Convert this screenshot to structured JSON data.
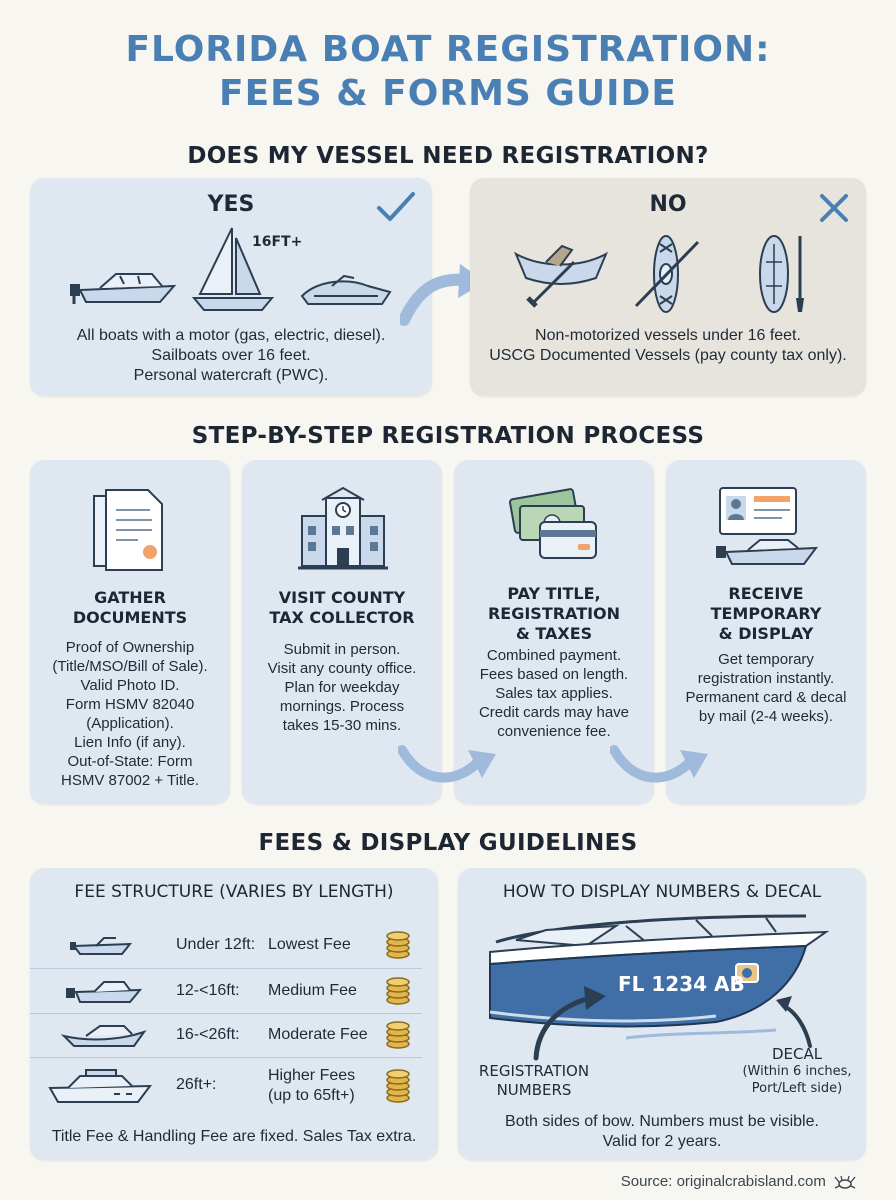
{
  "title": {
    "line1": "FLORIDA BOAT REGISTRATION:",
    "line2": "FEES & FORMS GUIDE"
  },
  "need": {
    "heading": "DOES MY VESSEL NEED REGISTRATION?",
    "yes": {
      "label": "YES",
      "length_tag": "16FT+",
      "lines": [
        "All boats with a motor (gas, electric, diesel).",
        "Sailboats over 16 feet.",
        "Personal watercraft (PWC)."
      ]
    },
    "no": {
      "label": "NO",
      "lines": [
        "Non-motorized vessels under 16 feet.",
        "USCG Documented Vessels (pay county tax only)."
      ]
    }
  },
  "process": {
    "heading": "STEP-BY-STEP REGISTRATION PROCESS",
    "steps": [
      {
        "title": [
          "GATHER",
          "DOCUMENTS"
        ],
        "lines": [
          "Proof of Ownership",
          "(Title/MSO/Bill of Sale).",
          "Valid Photo ID.",
          "Form HSMV 82040",
          "(Application).",
          "Lien Info (if any).",
          "Out-of-State: Form",
          "HSMV 87002 + Title."
        ]
      },
      {
        "title": [
          "VISIT COUNTY",
          "TAX COLLECTOR"
        ],
        "lines": [
          "Submit in person.",
          "Visit any county office.",
          "Plan for weekday",
          "mornings. Process",
          "takes 15-30 mins."
        ]
      },
      {
        "title": [
          "PAY TITLE,",
          "REGISTRATION",
          "& TAXES"
        ],
        "lines": [
          "Combined payment.",
          "Fees based on length.",
          "Sales tax applies.",
          "Credit cards may have",
          "convenience fee."
        ]
      },
      {
        "title": [
          "RECEIVE",
          "TEMPORARY",
          "& DISPLAY"
        ],
        "lines": [
          "Get temporary",
          "registration instantly.",
          "Permanent card & decal",
          "by mail (2-4 weeks)."
        ]
      }
    ]
  },
  "fees": {
    "heading": "FEES & DISPLAY GUIDELINES",
    "structure": {
      "title": "FEE STRUCTURE (VARIES BY LENGTH)",
      "rows": [
        {
          "length": "Under 12ft:",
          "level": [
            "Lowest Fee"
          ]
        },
        {
          "length": "12-<16ft:",
          "level": [
            "Medium Fee"
          ]
        },
        {
          "length": "16-<26ft:",
          "level": [
            "Moderate Fee"
          ]
        },
        {
          "length": "26ft+:",
          "level": [
            "Higher Fees",
            "(up to 65ft+)"
          ]
        }
      ],
      "footnote": "Title Fee & Handling Fee are fixed. Sales Tax extra."
    },
    "display": {
      "title": "HOW TO DISPLAY NUMBERS & DECAL",
      "boat_number": "FL 1234 AB",
      "numbers_label": [
        "REGISTRATION",
        "NUMBERS"
      ],
      "decal_label": [
        "DECAL",
        "(Within 6 inches,",
        "Port/Left side)"
      ],
      "lines": [
        "Both sides of bow. Numbers must be visible.",
        "Valid for 2 years."
      ]
    }
  },
  "source": "Source: originalcrabisland.com",
  "colors": {
    "title": "#4a7fb3",
    "card": "#dfe8f1",
    "card_no": "#e6e4dd",
    "hull": "#3f6fa6",
    "arrow": "#9fbadb"
  }
}
